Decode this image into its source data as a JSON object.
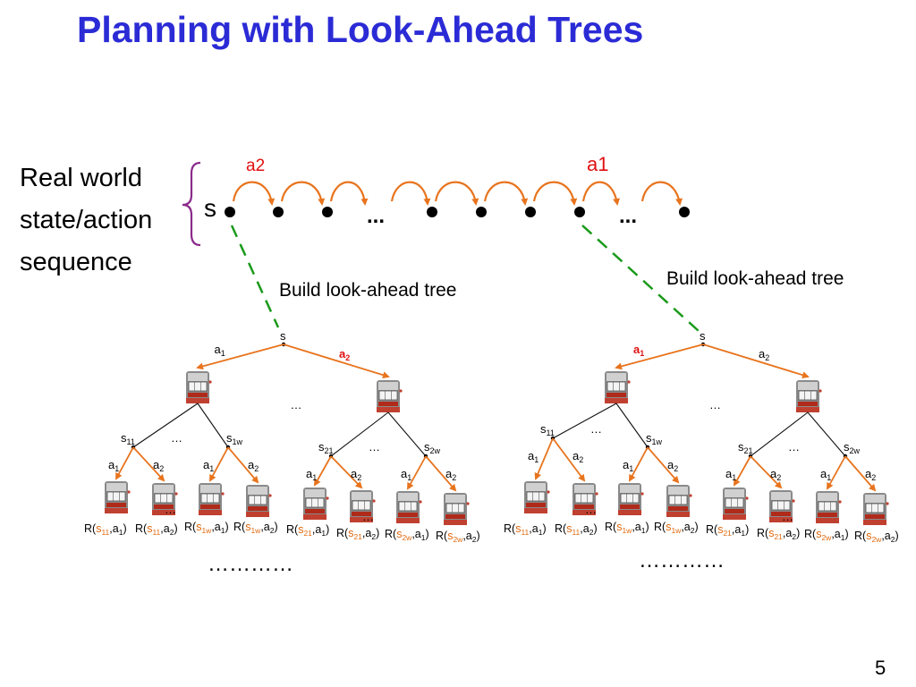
{
  "slide": {
    "title": "Planning with Look-Ahead Trees",
    "page_number": "5"
  },
  "left_label": {
    "lines": [
      "Real world",
      "state/action",
      "sequence"
    ]
  },
  "sequence": {
    "start_state": "s",
    "ellipsis": "...",
    "action_left": "a2",
    "action_right": "a1",
    "build_label": "Build look-ahead tree"
  },
  "trees": [
    {
      "root": "s",
      "ellipsis": "…",
      "dots": "…………",
      "chosen_action": "a2",
      "level1": [
        {
          "label": "a",
          "sub": "1"
        },
        {
          "label": "a",
          "sub": "2"
        }
      ],
      "states": [
        {
          "label": "s",
          "sub": "11"
        },
        {
          "label": "s",
          "sub": "1w"
        },
        {
          "label": "s",
          "sub": "21"
        },
        {
          "label": "s",
          "sub": "2w"
        }
      ],
      "rewards": [
        {
          "s": "11",
          "a": "1"
        },
        {
          "s": "11",
          "a": "2"
        },
        {
          "s": "1w",
          "a": "1"
        },
        {
          "s": "1w",
          "a": "2"
        },
        {
          "s": "21",
          "a": "1"
        },
        {
          "s": "21",
          "a": "2"
        },
        {
          "s": "2w",
          "a": "1"
        },
        {
          "s": "2w",
          "a": "2"
        }
      ]
    },
    {
      "root": "s",
      "ellipsis": "…",
      "dots": "…………",
      "chosen_action": "a1",
      "level1": [
        {
          "label": "a",
          "sub": "1"
        },
        {
          "label": "a",
          "sub": "2"
        }
      ],
      "states": [
        {
          "label": "s",
          "sub": "11"
        },
        {
          "label": "s",
          "sub": "1w"
        },
        {
          "label": "s",
          "sub": "21"
        },
        {
          "label": "s",
          "sub": "2w"
        }
      ],
      "rewards": [
        {
          "s": "11",
          "a": "1"
        },
        {
          "s": "11",
          "a": "2"
        },
        {
          "s": "1w",
          "a": "1"
        },
        {
          "s": "1w",
          "a": "2"
        },
        {
          "s": "21",
          "a": "1"
        },
        {
          "s": "21",
          "a": "2"
        },
        {
          "s": "2w",
          "a": "1"
        },
        {
          "s": "2w",
          "a": "2"
        }
      ]
    }
  ],
  "colors": {
    "title": "#2b2bd6",
    "arc": "#e8741e",
    "action_highlight": "#e01010",
    "dashed": "#1a9a1a",
    "brace": "#8a2a8a",
    "state_sub": "#e06a10"
  }
}
